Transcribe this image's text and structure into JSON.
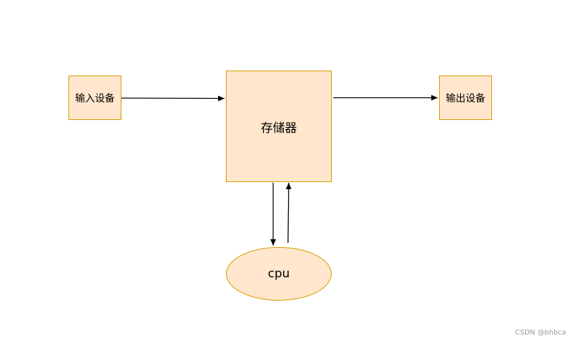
{
  "nodes": {
    "input_device": "输入设备",
    "memory": "存储器",
    "output_device": "输出设备",
    "cpu": "cpu"
  },
  "watermark": "CSDN @bhbca",
  "colors": {
    "node_fill": "#ffe6cc",
    "node_border": "#d79b00",
    "edge": "#000000"
  }
}
